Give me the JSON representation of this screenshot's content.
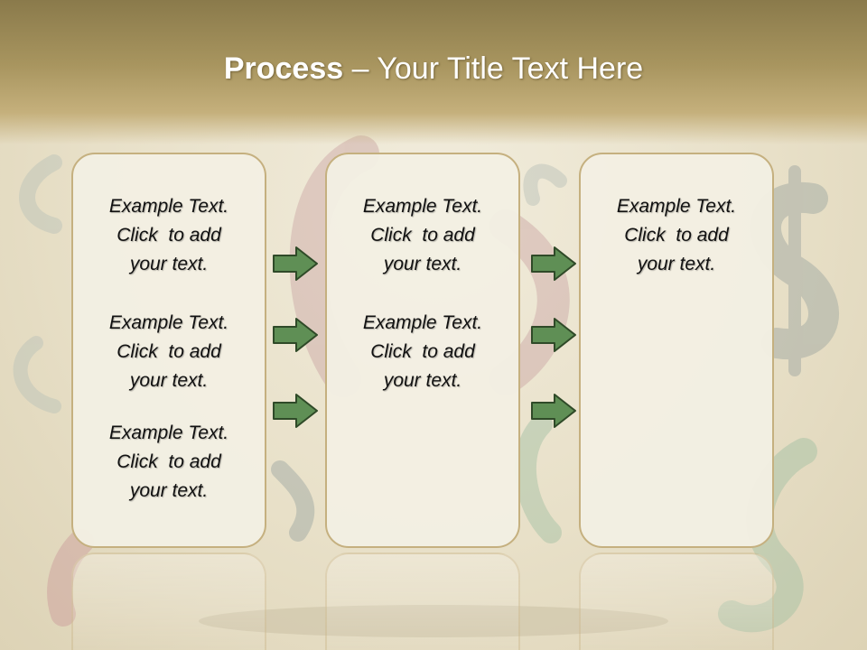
{
  "slide": {
    "title_bold": "Process",
    "title_rest": "  – Your Title Text Here"
  },
  "columns": [
    {
      "items": [
        {
          "line1": "Example Text.",
          "line2": "Click  to add",
          "line3": "your text."
        },
        {
          "line1": "Example Text.",
          "line2": "Click  to add",
          "line3": "your text."
        },
        {
          "line1": "Example Text.",
          "line2": "Click  to add",
          "line3": "your text."
        }
      ]
    },
    {
      "items": [
        {
          "line1": "Example Text.",
          "line2": "Click  to add",
          "line3": "your text."
        },
        {
          "line1": "Example Text.",
          "line2": "Click  to add",
          "line3": "your text."
        }
      ]
    },
    {
      "items": [
        {
          "line1": "Example Text.",
          "line2": "Click  to add",
          "line3": "your text."
        }
      ]
    }
  ],
  "colors": {
    "arrow_fill": "#5f8f55",
    "arrow_stroke": "#2f4a28",
    "box_border": "#c5b07f"
  }
}
